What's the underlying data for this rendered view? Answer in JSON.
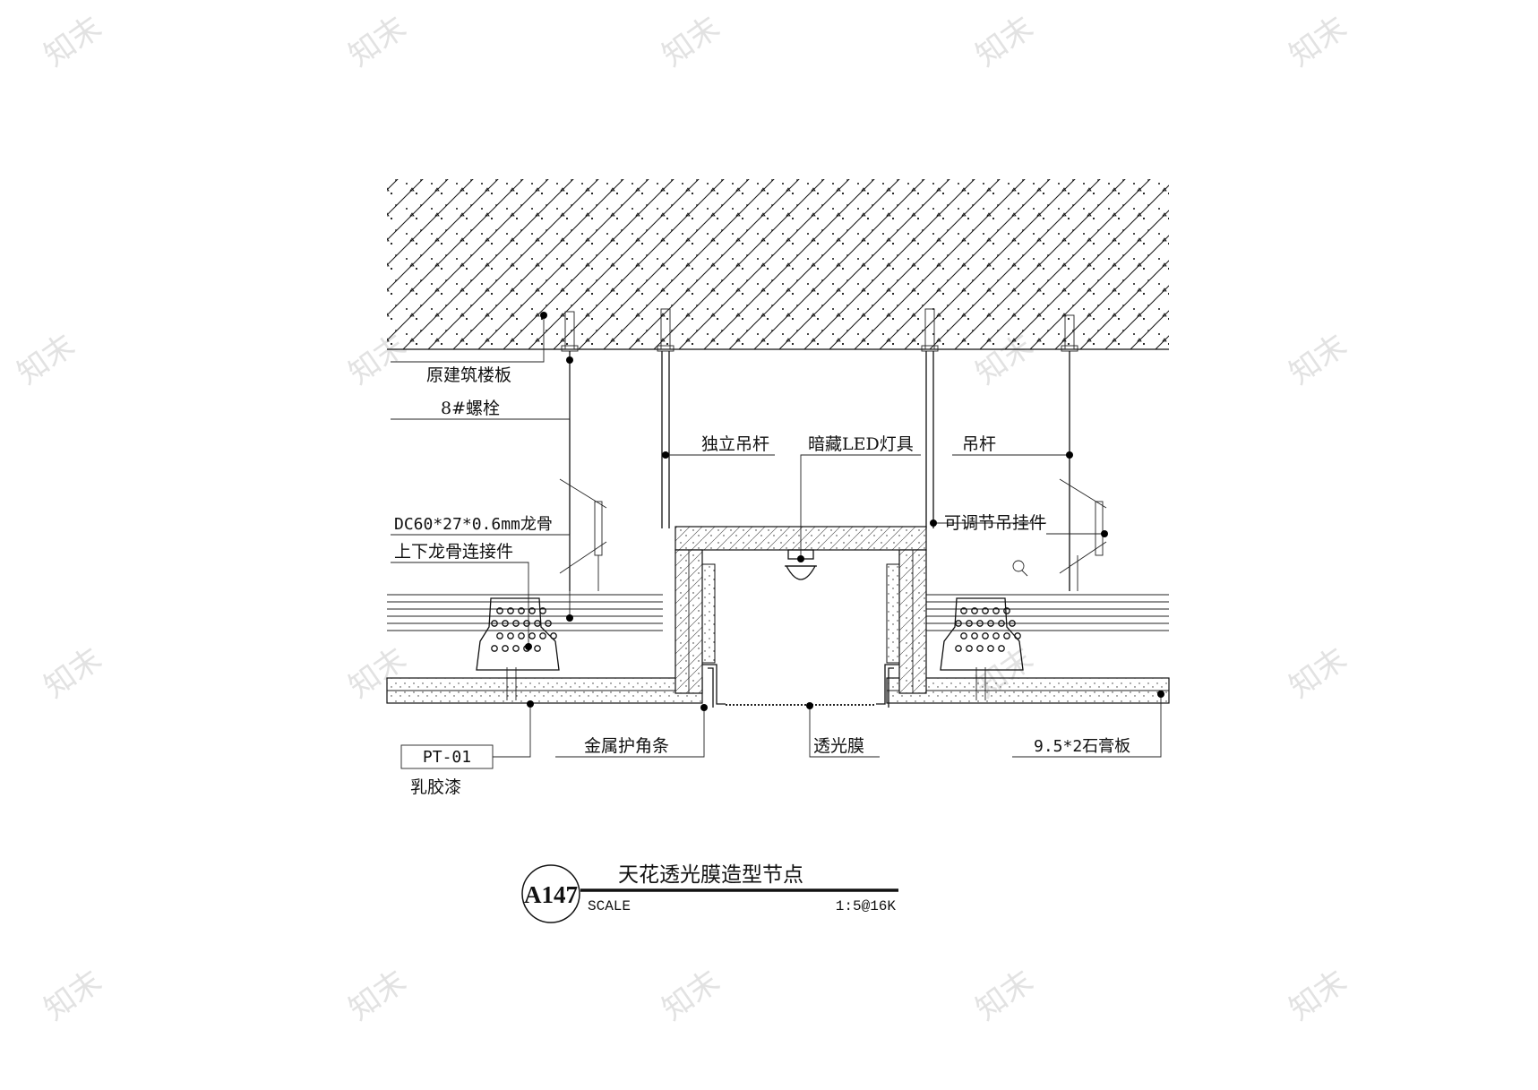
{
  "labels": {
    "slab": "原建筑楼板",
    "bolt": "8#螺栓",
    "independent_rod": "独立吊杆",
    "led": "暗藏LED灯具",
    "rod": "吊杆",
    "adjustable_hanger": "可调节吊挂件",
    "keel": "DC60*27*0.6mm龙骨",
    "keel_connector": "上下龙骨连接件",
    "pt_code": "PT-01",
    "latex_paint": "乳胶漆",
    "metal_corner": "金属护角条",
    "film": "透光膜",
    "gypsum": "9.5*2石膏板"
  },
  "title_block": {
    "tag": "A147",
    "title": "天花透光膜造型节点",
    "scale_label": "SCALE",
    "scale_value": "1:5@16K"
  },
  "watermark": {
    "glyph": "知末"
  }
}
